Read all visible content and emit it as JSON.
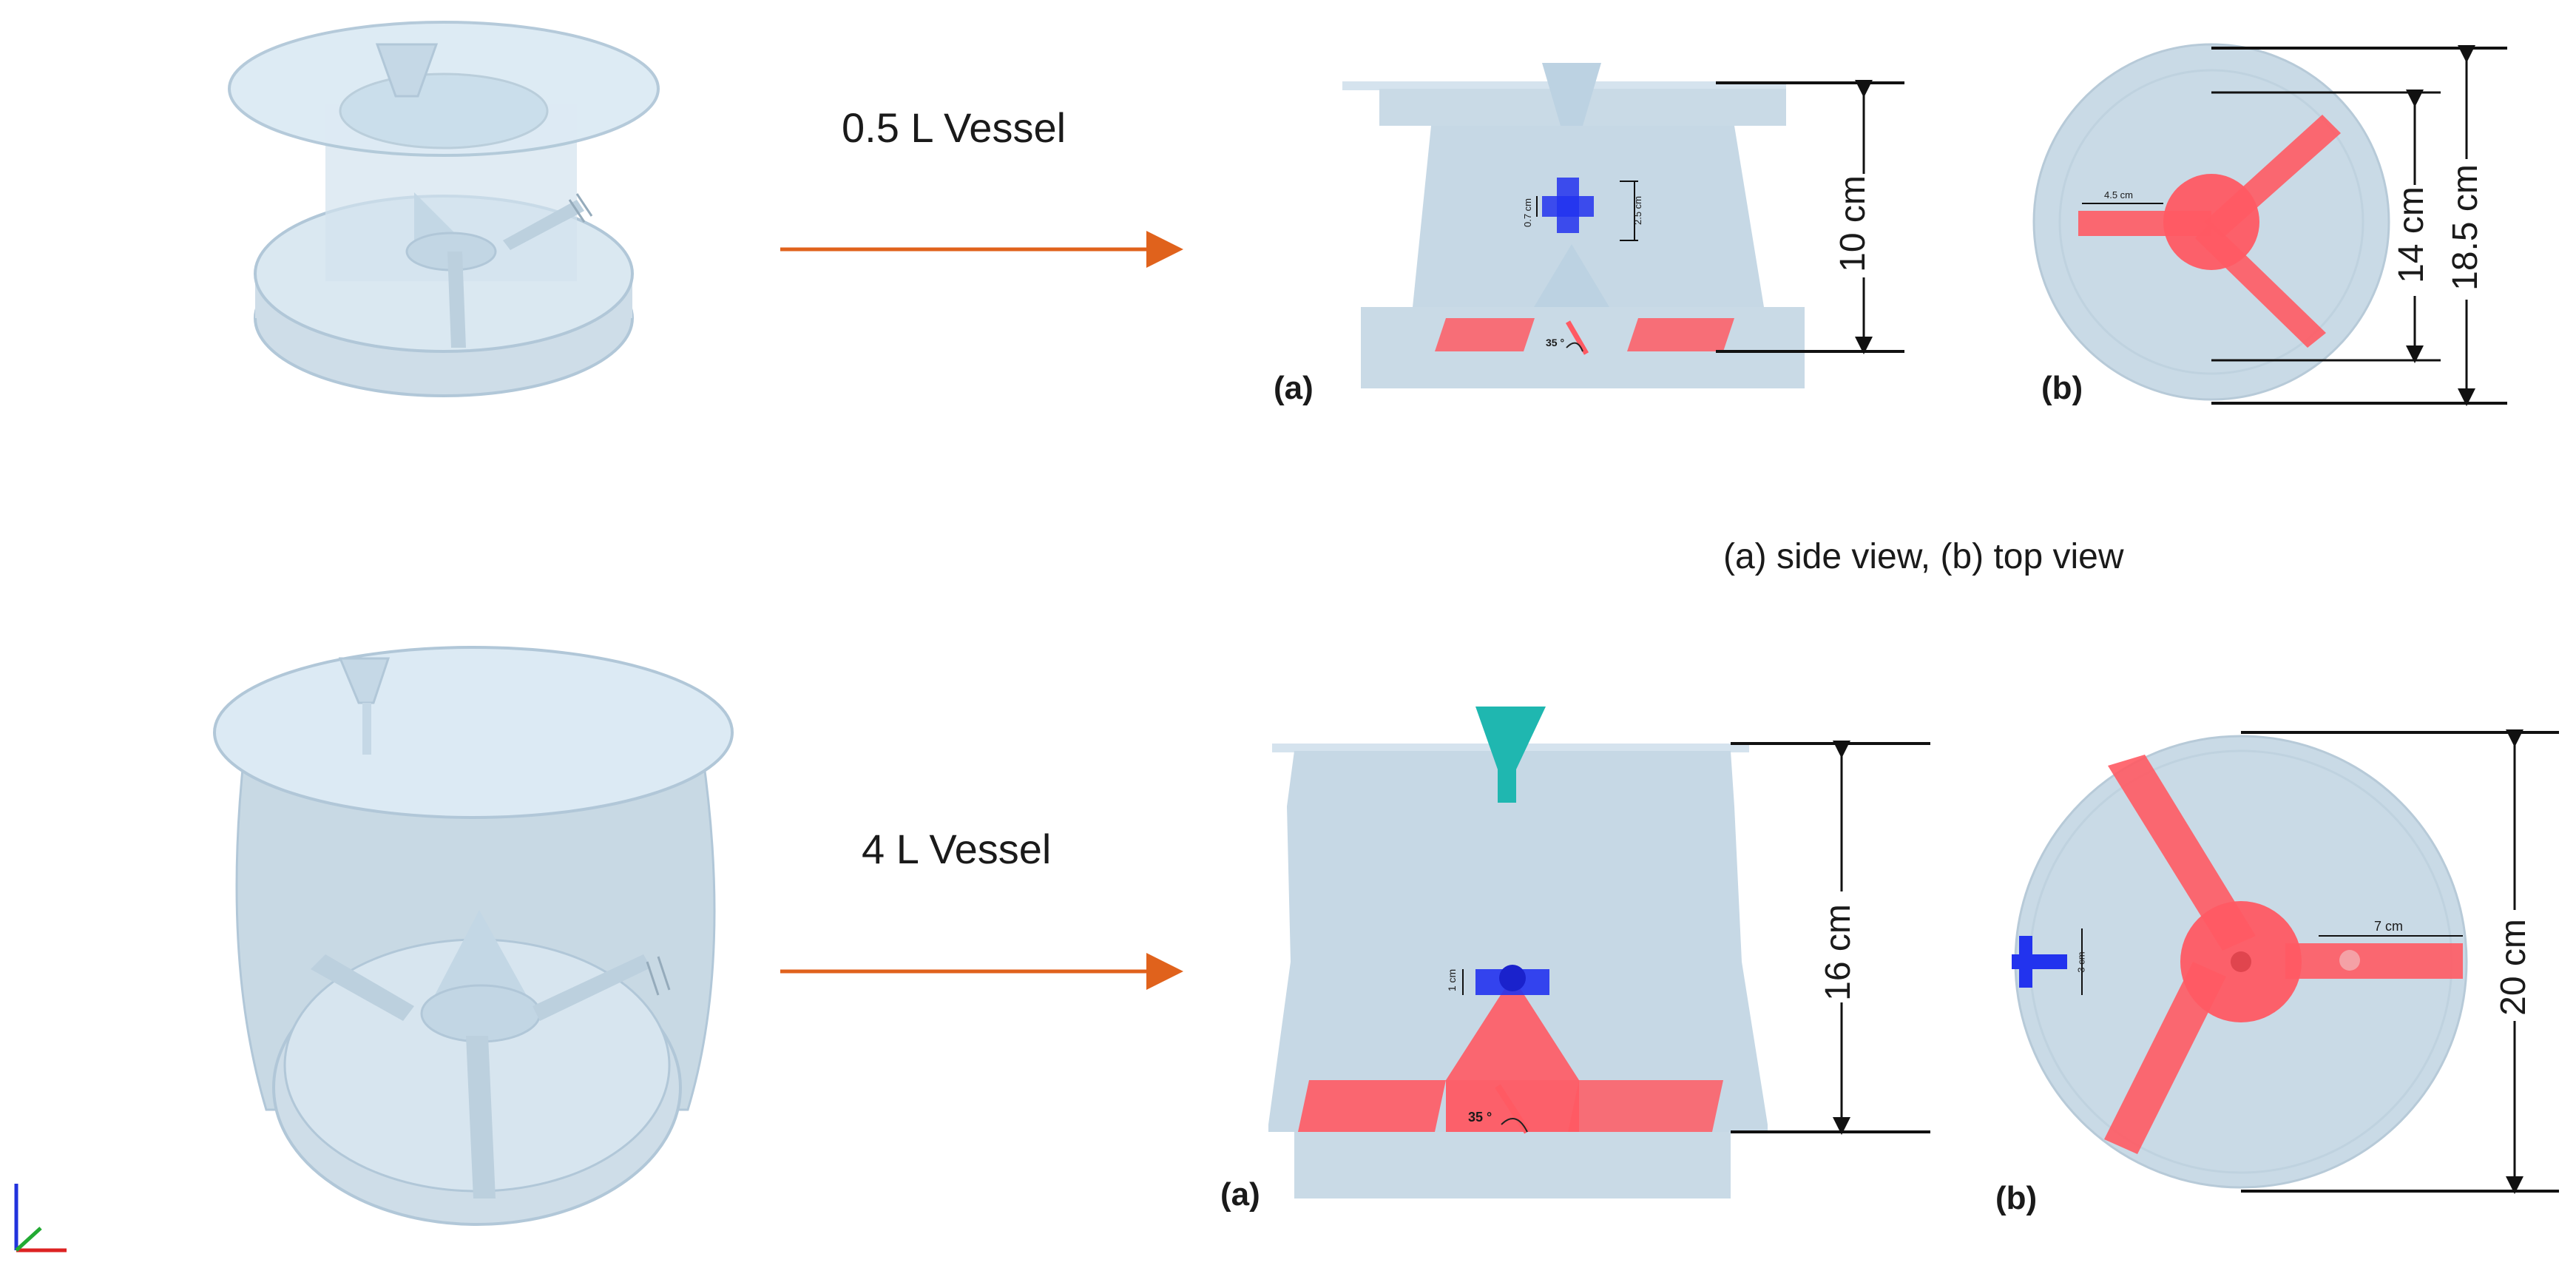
{
  "small": {
    "title": "0.5 L Vessel",
    "height": "10 cm",
    "impeller_dia": "14 cm",
    "vessel_dia": "18.5 cm",
    "blade_h": "2.5 cm",
    "blade_w": "0.7 cm",
    "arm_len": "4.5 cm",
    "angle": "35 °",
    "panel_a": "(a)",
    "panel_b": "(b)"
  },
  "caption": "(a) side view, (b) top view",
  "large": {
    "title": "4 L Vessel",
    "height": "16 cm",
    "vessel_dia": "20 cm",
    "arm_len": "7 cm",
    "blade_w": "1 cm",
    "top_blade": "3 cm",
    "angle": "35 °",
    "panel_a": "(a)",
    "panel_b": "(b)"
  },
  "colors": {
    "vessel": "#c9dae6",
    "vessel_edge": "#a9c2d4",
    "impeller": "#ff5a63",
    "probe": "#2233ee",
    "feed": "#1fb7b0",
    "arrow": "#e0621c"
  }
}
